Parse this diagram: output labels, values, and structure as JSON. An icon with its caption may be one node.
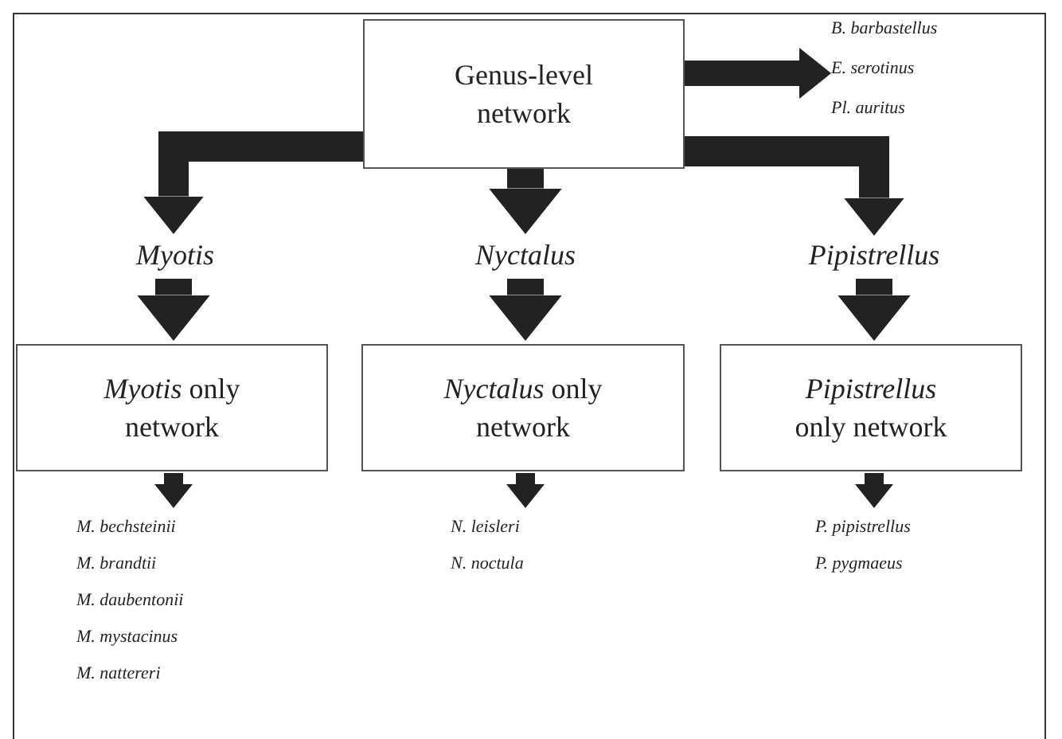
{
  "diagram": {
    "nodes": [
      {
        "text": [
          "Genus-level network"
        ]
      },
      {
        "text": [
          "B. barbastellus",
          "E. serotinus",
          "Pl. auritus"
        ]
      },
      {
        "text": [
          "Myotis"
        ]
      },
      {
        "text": [
          "Nyctalus"
        ]
      },
      {
        "text": [
          "Pipistrellus"
        ]
      },
      {
        "text": [
          "*Myotis* only network"
        ]
      },
      {
        "text": [
          "*Nyctalus* only network"
        ]
      },
      {
        "text": [
          "*Pipistrellus* only network"
        ]
      },
      {
        "text": [
          "M. bechsteinii",
          "M. brandtii",
          "M. daubentonii",
          "M. mystacinus",
          "M. nattereri"
        ]
      },
      {
        "text": [
          "N. leisleri",
          "N. noctula"
        ]
      },
      {
        "text": [
          "P. pipistrellus",
          "P. pygmaeus"
        ]
      }
    ],
    "edges": [
      {
        "from": 0,
        "to": 1,
        "arrow": "to"
      },
      {
        "from": 0,
        "to": 2,
        "arrow": "to"
      },
      {
        "from": 0,
        "to": 3,
        "arrow": "to"
      },
      {
        "from": 0,
        "to": 4,
        "arrow": "to"
      },
      {
        "from": 2,
        "to": 5,
        "arrow": "to"
      },
      {
        "from": 3,
        "to": 6,
        "arrow": "to"
      },
      {
        "from": 4,
        "to": 7,
        "arrow": "to"
      },
      {
        "from": 5,
        "to": 8,
        "arrow": "to"
      },
      {
        "from": 6,
        "to": 9,
        "arrow": "to"
      },
      {
        "from": 7,
        "to": 10,
        "arrow": "to"
      }
    ]
  }
}
